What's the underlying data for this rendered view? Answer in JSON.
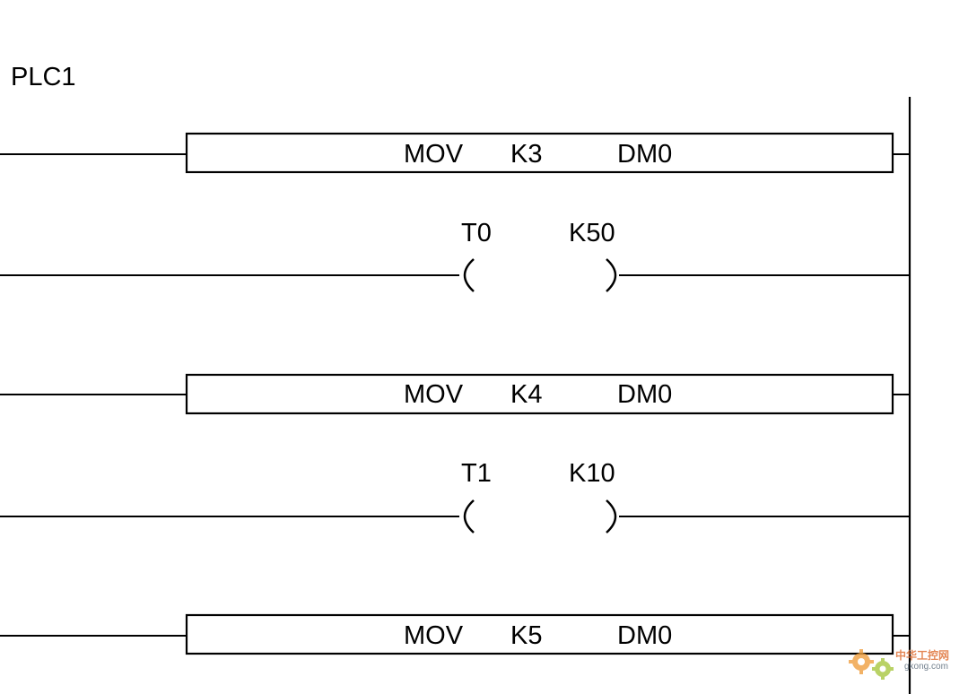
{
  "diagram": {
    "title": "PLC1",
    "colors": {
      "line": "#000000",
      "background": "#ffffff"
    },
    "rungs": [
      {
        "type": "instruction",
        "op": "MOV",
        "source": "K3",
        "dest": "DM0"
      },
      {
        "type": "timer-coil",
        "name": "T0",
        "preset": "K50"
      },
      {
        "type": "instruction",
        "op": "MOV",
        "source": "K4",
        "dest": "DM0"
      },
      {
        "type": "timer-coil",
        "name": "T1",
        "preset": "K10"
      },
      {
        "type": "instruction",
        "op": "MOV",
        "source": "K5",
        "dest": "DM0"
      }
    ]
  },
  "watermark": {
    "icon": "gear-logo-icon",
    "site_name": "中华工控网",
    "site_url": "gkong.com"
  }
}
